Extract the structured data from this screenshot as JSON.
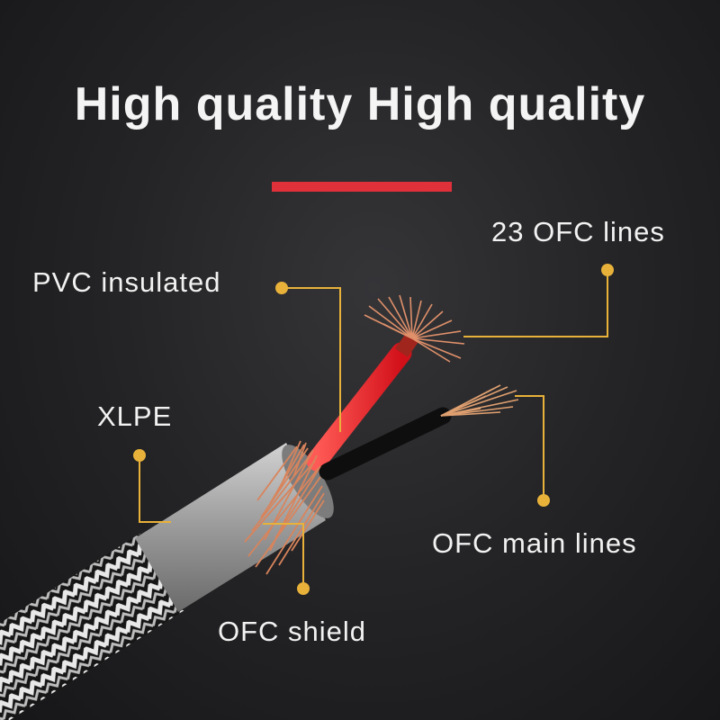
{
  "headline": "High quality High quality",
  "accent_color": "#e0303a",
  "callout_color": "#e8b23a",
  "labels": {
    "pvc_insulated": "PVC insulated",
    "ofc_lines_23": "23 OFC lines",
    "xlpe": "XLPE",
    "ofc_main_lines": "OFC main lines",
    "ofc_shield": "OFC shield"
  }
}
